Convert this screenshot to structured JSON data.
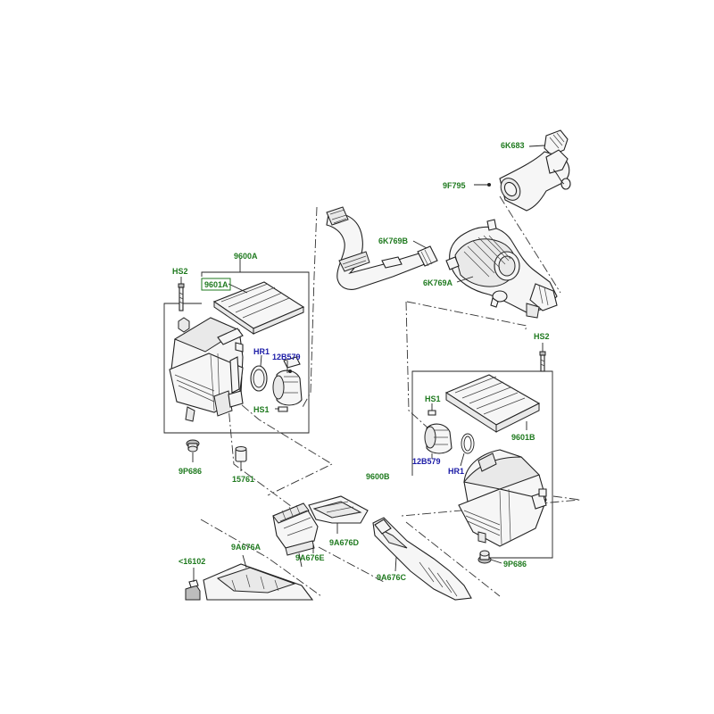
{
  "colors": {
    "label_green": "#1f7a1f",
    "label_blue": "#1a1aa6",
    "line": "#222222"
  },
  "labels": {
    "p_6k683": "6K683",
    "p_9f795": "9F795",
    "p_6k769b": "6K769B",
    "p_6k769a": "6K769A",
    "p_9600a": "9600A",
    "p_9601a": "9601A",
    "p_hs2_left": "HS2",
    "p_hr1_left": "HR1",
    "p_12b579_left": "12B579",
    "p_hs1_left": "HS1",
    "p_9p686_left": "9P686",
    "p_15761": "15761",
    "p_hs2_right": "HS2",
    "p_hs1_right": "HS1",
    "p_9601b": "9601B",
    "p_12b579_right": "12B579",
    "p_hr1_right": "HR1",
    "p_9600b": "9600B",
    "p_9p686_right": "9P686",
    "p_9a676a": "9A676A",
    "p_9a676e": "9A676E",
    "p_9a676d": "9A676D",
    "p_9a676c": "9A676C",
    "p_16102": "<16102"
  }
}
